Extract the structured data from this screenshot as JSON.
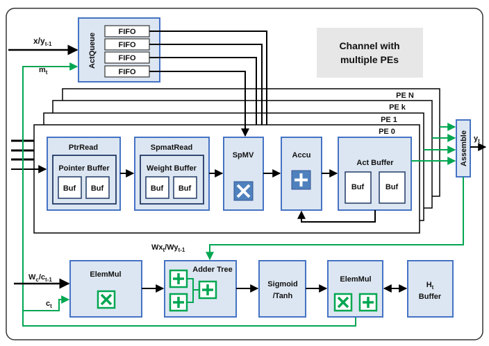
{
  "callout": {
    "line1": "Channel with",
    "line2": "multiple PEs"
  },
  "actqueue": {
    "label": "ActQueue",
    "fifos": [
      "FIFO",
      "FIFO",
      "FIFO",
      "FIFO"
    ]
  },
  "inputs": {
    "x": {
      "main": "x/y",
      "sub": "t-1"
    },
    "m": {
      "main": "m",
      "sub": "t"
    },
    "w": {
      "main": "W",
      "sub1": "c",
      "mid": "/c",
      "sub2": "t-1"
    },
    "c": {
      "main": "c",
      "sub": "t"
    }
  },
  "pe_stack": {
    "labels": [
      "PE N",
      "PE k",
      "PE 1",
      "PE 0"
    ]
  },
  "pe": {
    "ptrread": {
      "title": "PtrRead",
      "inner": "Pointer Buffer",
      "buf1": "Buf",
      "buf2": "Buf"
    },
    "spmatread": {
      "title": "SpmatRead",
      "inner": "Weight Buffer",
      "buf1": "Buf",
      "buf2": "Buf"
    },
    "spmv": {
      "title": "SpMV"
    },
    "accu": {
      "title": "Accu"
    },
    "actbuffer": {
      "title": "Act Buffer",
      "buf1": "Buf",
      "buf2": "Buf"
    }
  },
  "assemble": {
    "label": "Assemble",
    "out_main": "y",
    "out_sub": "t"
  },
  "wx": {
    "p1": "Wx",
    "s1": "t",
    "p2": "/Wy",
    "s2": "t-1"
  },
  "bottom": {
    "elemmul1": {
      "title": "ElemMul"
    },
    "addertree": {
      "title": "Adder Tree"
    },
    "sigmoid": {
      "line1": "Sigmoid",
      "line2": "/Tanh"
    },
    "elemmul2": {
      "title": "ElemMul"
    },
    "hbuffer": {
      "h": "H",
      "hsub": "t",
      "line2": "Buffer"
    }
  },
  "colors": {
    "block_fill": "#dce6f2",
    "block_border": "#4472c4",
    "green": "#00a651",
    "black": "#000000"
  }
}
